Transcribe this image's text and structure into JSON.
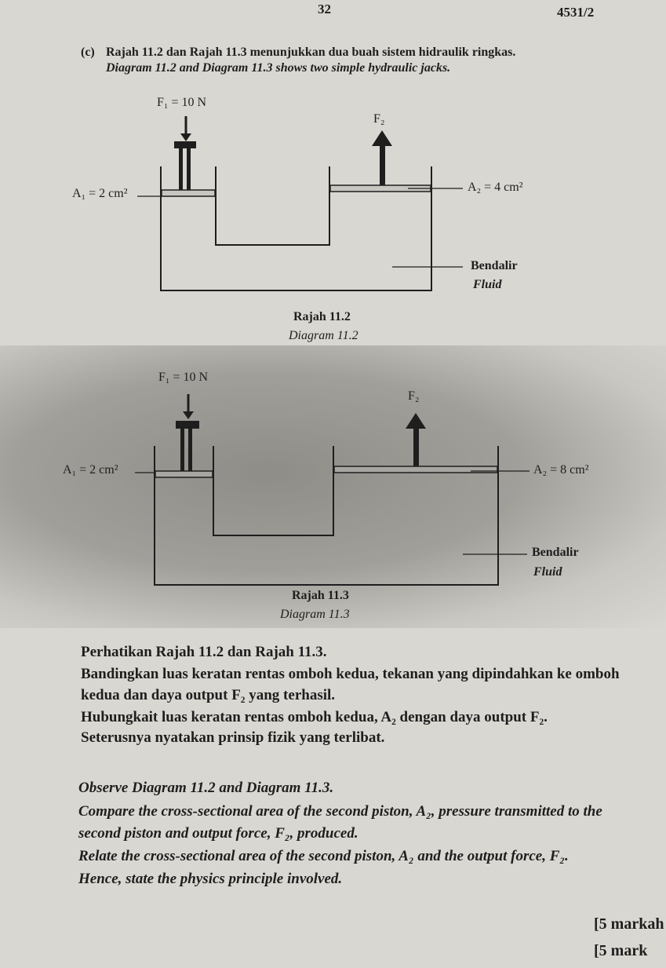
{
  "header": {
    "page_number": "32",
    "paper_code": "4531/2"
  },
  "question": {
    "label": "(c)",
    "intro_ms": "Rajah 11.2 dan Rajah 11.3 menunjukkan dua buah sistem hidraulik ringkas.",
    "intro_en": "Diagram 11.2 and Diagram 11.3 shows two simple hydraulic jacks."
  },
  "diagram1": {
    "f1": "F₁ = 10 N",
    "f2": "F₂",
    "a1": "A₁ = 2 cm²",
    "a2": "A₂ = 4 cm²",
    "fluid_ms": "Bendalir",
    "fluid_en": "Fluid",
    "caption_ms": "Rajah 11.2",
    "caption_en": "Diagram 11.2"
  },
  "diagram2": {
    "f1": "F₁ = 10 N",
    "f2": "F₂",
    "a1": "A₁ = 2 cm²",
    "a2": "A₂ = 8 cm²",
    "fluid_ms": "Bendalir",
    "fluid_en": "Fluid",
    "caption_ms": "Rajah 11.3",
    "caption_en": "Diagram 11.3"
  },
  "instructions_ms": [
    "Perhatikan Rajah 11.2 dan Rajah 11.3.",
    "Bandingkan luas keratan rentas omboh kedua, tekanan yang dipindahkan ke omboh",
    "kedua dan daya output F₂ yang terhasil.",
    "Hubungkait luas keratan rentas omboh kedua, A₂ dengan daya output F₂.",
    "Seterusnya nyatakan prinsip fizik yang terlibat."
  ],
  "instructions_en": [
    "Observe Diagram 11.2 and Diagram 11.3.",
    "Compare the cross-sectional area of the second piston, A₂, pressure transmitted to the",
    "second piston and output force, F₂, produced.",
    "Relate the cross-sectional area of the second piston, A₂ and the output force, F₂.",
    "Hence, state the physics principle involved."
  ],
  "marks_ms": "[5 markah",
  "marks_en": "[5 mark"
}
